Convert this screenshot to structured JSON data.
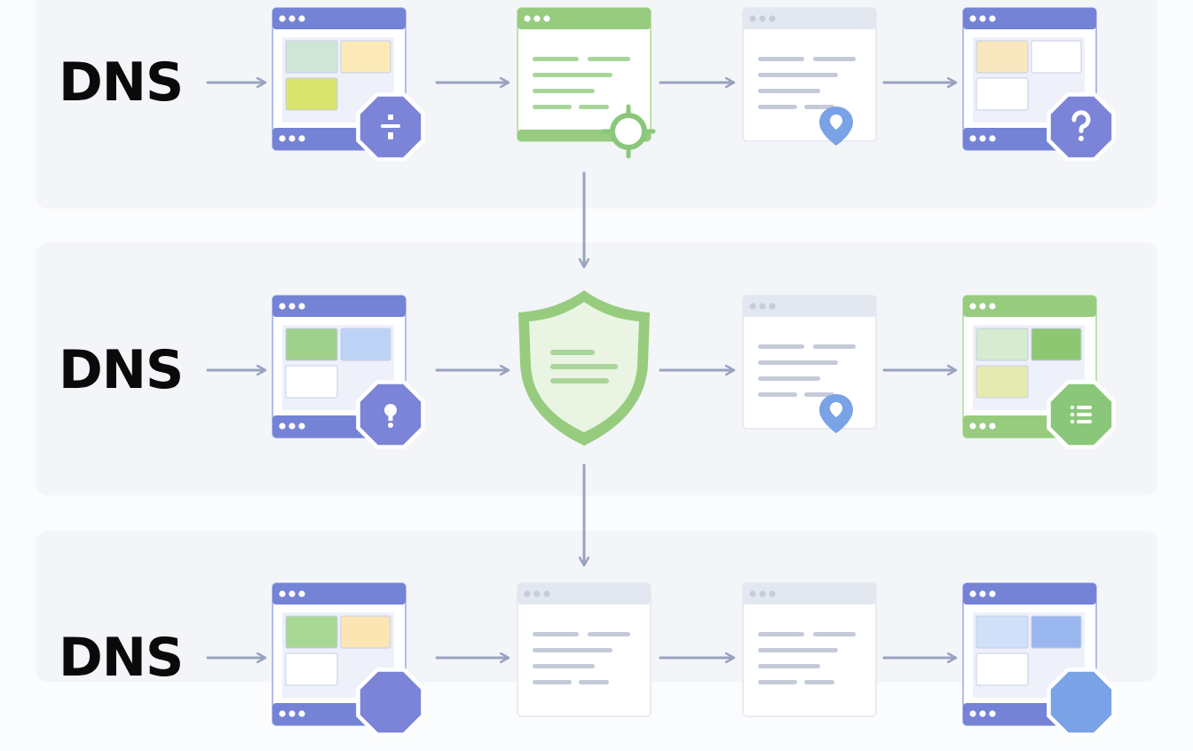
{
  "rows": [
    {
      "label": "DNS",
      "steps": [
        {
          "kind": "browser",
          "theme": "blue",
          "tiles": [
            "#cfe6d6",
            "#fbeab8",
            "#d9e46f"
          ],
          "badge": {
            "shape": "octagon",
            "color": "#7c84d8",
            "icon": "filter-icon"
          }
        },
        {
          "kind": "document",
          "theme": "green",
          "badge": {
            "shape": "ring",
            "color": "#8bc77b"
          }
        },
        {
          "kind": "document",
          "theme": "pale",
          "badge": {
            "shape": "pin",
            "color": "#7aa2e6",
            "icon": "shield-icon"
          }
        },
        {
          "kind": "browser",
          "theme": "blue",
          "tiles": [
            "#f9e7bf",
            "#ffffff",
            "#ffffff"
          ],
          "badge": {
            "shape": "octagon",
            "color": "#7c84d8",
            "icon": "question-icon"
          }
        }
      ]
    },
    {
      "label": "DNS",
      "steps": [
        {
          "kind": "browser",
          "theme": "blue",
          "tiles": [
            "#9fd18c",
            "#bcd3f6",
            "#ffffff"
          ],
          "badge": {
            "shape": "octagon",
            "color": "#7c84d8",
            "icon": "alert-icon"
          }
        },
        {
          "kind": "shield",
          "theme": "green"
        },
        {
          "kind": "document",
          "theme": "pale",
          "badge": {
            "shape": "pin",
            "color": "#7aa2e6",
            "icon": "location-pin-icon"
          }
        },
        {
          "kind": "browser",
          "theme": "green",
          "tiles": [
            "#d6ebd0",
            "#8dc772",
            "#e5ebb0"
          ],
          "badge": {
            "shape": "octagon",
            "color": "#8bc77b",
            "icon": "list-icon"
          }
        }
      ]
    },
    {
      "label": "DNS",
      "steps": [
        {
          "kind": "browser",
          "theme": "blue",
          "tiles": [
            "#a9d794",
            "#fbe5b3",
            "#ffffff"
          ],
          "badge": {
            "shape": "octagon",
            "color": "#7c84d8",
            "icon": "none"
          }
        },
        {
          "kind": "document",
          "theme": "pale"
        },
        {
          "kind": "document",
          "theme": "pale"
        },
        {
          "kind": "browser",
          "theme": "blue",
          "tiles": [
            "#cfe0f8",
            "#9ab6ee",
            "#ffffff"
          ],
          "badge": {
            "shape": "octagon",
            "color": "#7aa2e6",
            "icon": "none"
          }
        }
      ]
    }
  ],
  "colors": {
    "blue": "#7483d6",
    "green": "#97cc7f",
    "arrow": "#9aa3be",
    "text": "#0a0a0a"
  }
}
